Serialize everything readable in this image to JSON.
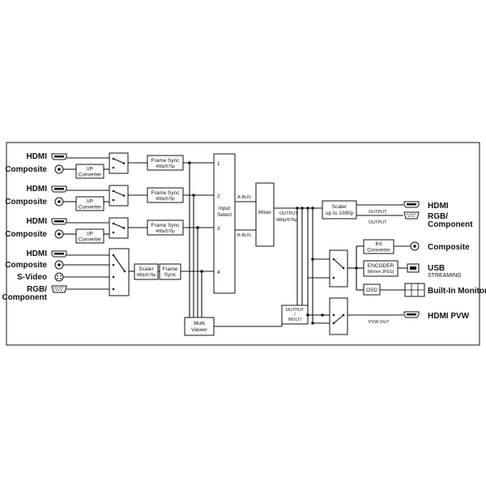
{
  "inputs": {
    "group1": {
      "hdmi": "HDMI",
      "composite": "Composite"
    },
    "group2": {
      "hdmi": "HDMI",
      "composite": "Composite"
    },
    "group3": {
      "hdmi": "HDMI",
      "composite": "Composite"
    },
    "group4": {
      "hdmi": "HDMI",
      "composite": "Composite",
      "svideo": "S-Video",
      "rgb_line1": "RGB/",
      "rgb_line2": "Component"
    }
  },
  "blocks": {
    "ip_converter_line1": "I/P",
    "ip_converter_line2": "Converter",
    "frame_sync": "Frame Sync",
    "frame_sync_res": "480p/576p",
    "scaler_in": "Scaler",
    "scaler_in_res": "480p/576p",
    "frame_line1": "Frame",
    "frame_line2": "Sync",
    "input_select_line1": "Input",
    "input_select_line2": "Select",
    "port1": "1",
    "port2": "2",
    "port3": "3",
    "port4": "4",
    "a_bus": "A-BUS",
    "b_bus": "B-BUS",
    "mixer": "Mixer",
    "mixer_out_line1": "OUTPUT",
    "mixer_out_line2": "480p/576p",
    "multi_viewer_line1": "Multi",
    "multi_viewer_line2": "Viewer",
    "output_multi_line1": "OUTPUT",
    "output_multi_line2": "/",
    "output_multi_line3": "MULTI",
    "scaler_out_line1": "Scaler",
    "scaler_out_line2": "up to 1080p",
    "output_label_1": "OUTPUT",
    "output_label_2": "OUTPUT",
    "pi_line1": "P/I",
    "pi_line2": "Converter",
    "encoder_line1": "ENCODER",
    "encoder_line2": "(Motion JPEG)",
    "osd": "OSD",
    "pvw_out": "PVW OUT"
  },
  "outputs": {
    "hdmi": "HDMI",
    "rgb_line1": "RGB/",
    "rgb_line2": "Component",
    "composite": "Composite",
    "usb_line1": "USB",
    "usb_line2": "STREAMING",
    "monitor": "Built-In Monitor",
    "hdmi_pvw": "HDMI  PVW"
  },
  "icons": [
    "hdmi-connector-icon",
    "bnc-connector-icon",
    "svideo-connector-icon",
    "vga-connector-icon",
    "usb-connector-icon",
    "monitor-icon",
    "switch-icon"
  ]
}
